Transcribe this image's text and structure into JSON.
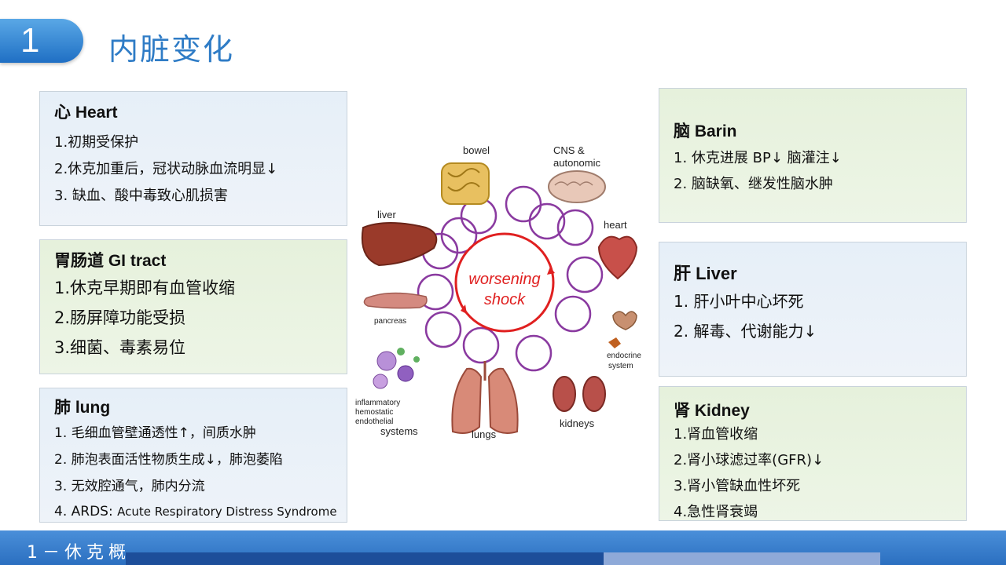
{
  "header": {
    "number": "1",
    "title": "内脏变化"
  },
  "heart": {
    "title": "心 Heart",
    "items": [
      "1.初期受保护",
      "2.休克加重后，冠状动脉血流明显↓",
      "3. 缺血、酸中毒致心肌损害"
    ]
  },
  "gi": {
    "title": "胃肠道 GI tract",
    "items": [
      "1.休克早期即有血管收缩",
      "2.肠屏障功能受损",
      "3.细菌、毒素易位"
    ]
  },
  "lung": {
    "title": "肺 lung",
    "items": [
      "1. 毛细血管壁通透性↑，间质水肿",
      "2. 肺泡表面活性物质生成↓，肺泡萎陷",
      "3. 无效腔通气，肺内分流"
    ],
    "ards_prefix": "4. ARDS: ",
    "ards_full": "Acute Respiratory Distress Syndrome"
  },
  "brain": {
    "title": "脑 Barin",
    "items": [
      "1. 休克进展  BP↓  脑灌注↓",
      "2. 脑缺氧、继发性脑水肿"
    ]
  },
  "liver": {
    "title": "肝 Liver",
    "items": [
      "1. 肝小叶中心坏死",
      "2. 解毒、代谢能力↓"
    ]
  },
  "kidney": {
    "title": "肾 Kidney",
    "items": [
      "1.肾血管收缩",
      "2.肾小球滤过率(GFR)↓",
      "3.肾小管缺血性坏死",
      "4.急性肾衰竭"
    ]
  },
  "diagram": {
    "center_line1": "worsening",
    "center_line2": "shock",
    "labels": {
      "bowel": "bowel",
      "cns1": "CNS &",
      "cns2": "autonomic",
      "heart": "heart",
      "liver": "liver",
      "pancreas": "pancreas",
      "endocrine1": "endocrine",
      "endocrine2": "system",
      "inflam1": "inflammatory",
      "inflam2": "hemostatic",
      "inflam3": "endothelial",
      "systems": "systems",
      "lungs": "lungs",
      "kidneys": "kidneys"
    }
  },
  "footer": {
    "text": "1－休克概"
  }
}
